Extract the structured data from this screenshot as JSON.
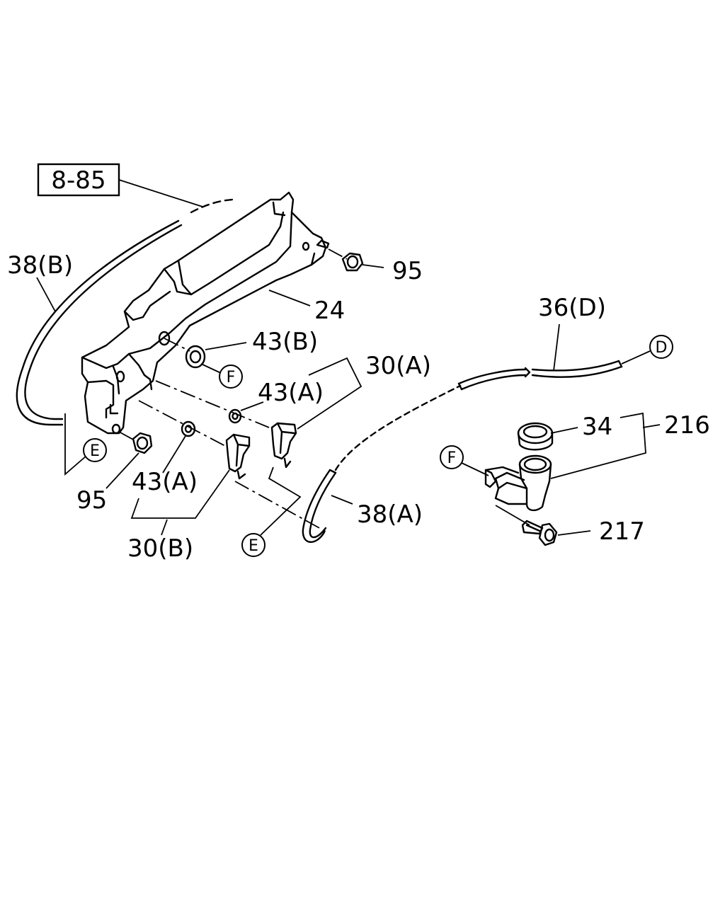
{
  "colors": {
    "ink": "#000000",
    "background": "#ffffff"
  },
  "ref_box": {
    "text": "8-85"
  },
  "labels": {
    "hose_38b": "38(B)",
    "nut_95_top": "95",
    "tank_24": "24",
    "grommet_43b": "43(B)",
    "pump_30a": "30(A)",
    "grommet_43a_upper": "43(A)",
    "grommet_43a_lower": "43(A)",
    "nut_95_bottom": "95",
    "pump_30b": "30(B)",
    "hose_36d": "36(D)",
    "cap_34": "34",
    "filler_216": "216",
    "hose_38a": "38(A)",
    "bolt_217": "217"
  },
  "refs": {
    "d": "D",
    "e_left": "E",
    "e_bottom": "E",
    "f_tank": "F",
    "f_filler": "F"
  }
}
